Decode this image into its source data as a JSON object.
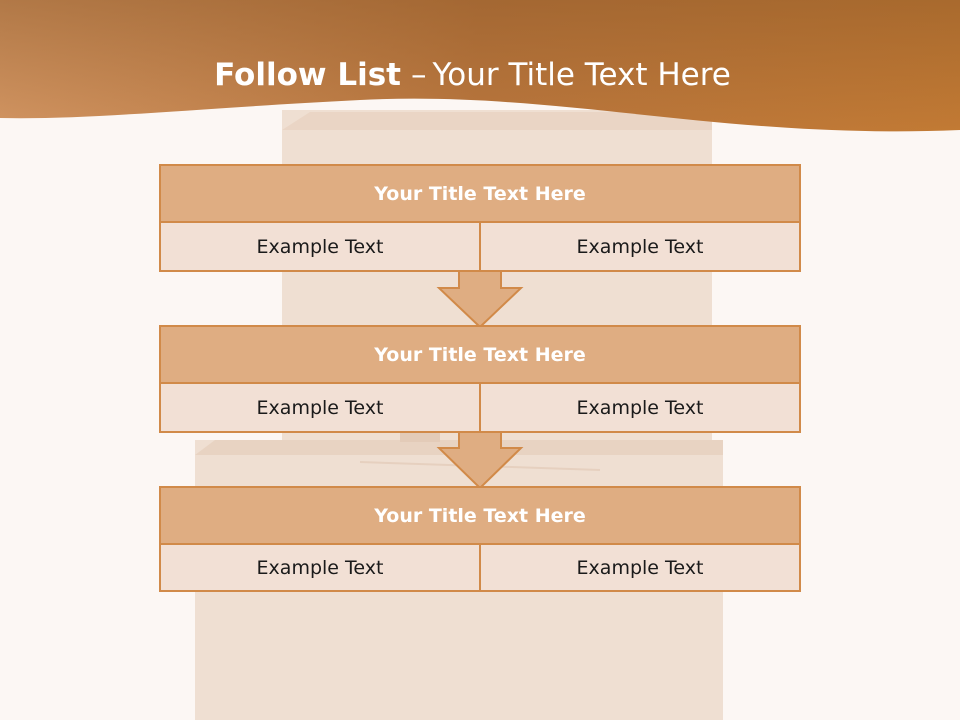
{
  "slide": {
    "title_bold": "Follow List",
    "title_dash": "–",
    "title_rest": "Your Title Text Here"
  },
  "blocks": [
    {
      "title": "Your Title Text Here",
      "left": "Example Text",
      "right": "Example Text"
    },
    {
      "title": "Your Title Text Here",
      "left": "Example Text",
      "right": "Example Text"
    },
    {
      "title": "Your Title Text Here",
      "left": "Example Text",
      "right": "Example Text"
    }
  ],
  "colors": {
    "header_band": "#c07a3a",
    "block_header": "#dfad82",
    "block_body": "#f2e0d5",
    "border": "#d18a49",
    "arrow_fill": "#dfad82",
    "background": "#fcf7f4"
  },
  "icons": [
    "down-arrow-icon",
    "cardboard-boxes-background"
  ]
}
